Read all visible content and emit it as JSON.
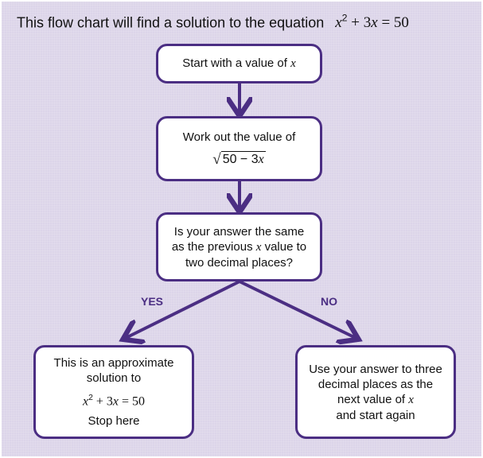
{
  "title": {
    "text": "This flow chart will find a solution to the equation",
    "equation": {
      "var": "x",
      "power": "2",
      "rest": " + 3",
      "var2": "x",
      "rhs": " = 50"
    }
  },
  "boxes": {
    "start": {
      "text": "Start with a value of ",
      "var": "x"
    },
    "work": {
      "line1": "Work out the value of",
      "radicand_prefix": "50 − 3",
      "var": "x"
    },
    "decision": {
      "line1": "Is your answer the same",
      "line2_pre": "as the previous ",
      "var": "x",
      "line2_post": " value to",
      "line3": "two decimal places?"
    },
    "yes_result": {
      "line1": "This is an approximate",
      "line2": "solution to",
      "eq_var": "x",
      "eq_power": "2",
      "eq_mid": " + 3",
      "eq_var2": "x",
      "eq_rhs": " = 50",
      "line4": "Stop here"
    },
    "no_result": {
      "line1": "Use your answer to three",
      "line2": "decimal places as the",
      "line3_pre": "next value of ",
      "var": "x",
      "line4": "and start again"
    }
  },
  "branches": {
    "yes": "YES",
    "no": "NO"
  },
  "colors": {
    "accent": "#4b2e83",
    "background": "#dcd5e9",
    "box_fill": "#ffffff",
    "text": "#111111"
  }
}
